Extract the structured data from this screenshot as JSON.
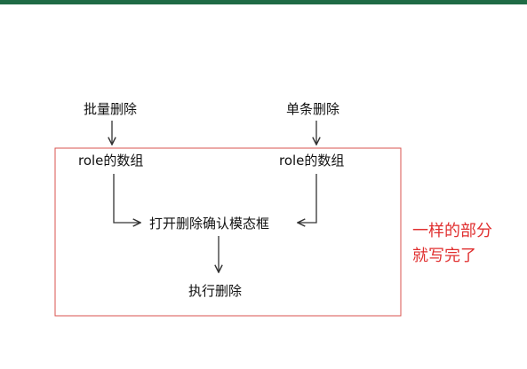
{
  "colors": {
    "top_rule": "#1f6b45",
    "frame": "#d9534f",
    "annotation_text": "#e03030",
    "connector": "#333333"
  },
  "diagram": {
    "nodes": {
      "batch_delete": "批量删除",
      "single_delete": "单条删除",
      "role_array_left": "role的数组",
      "role_array_right": "role的数组",
      "open_modal": "打开删除确认模态框",
      "execute_delete": "执行删除"
    },
    "annotation": {
      "line1": "一样的部分",
      "line2": "就写完了"
    }
  }
}
